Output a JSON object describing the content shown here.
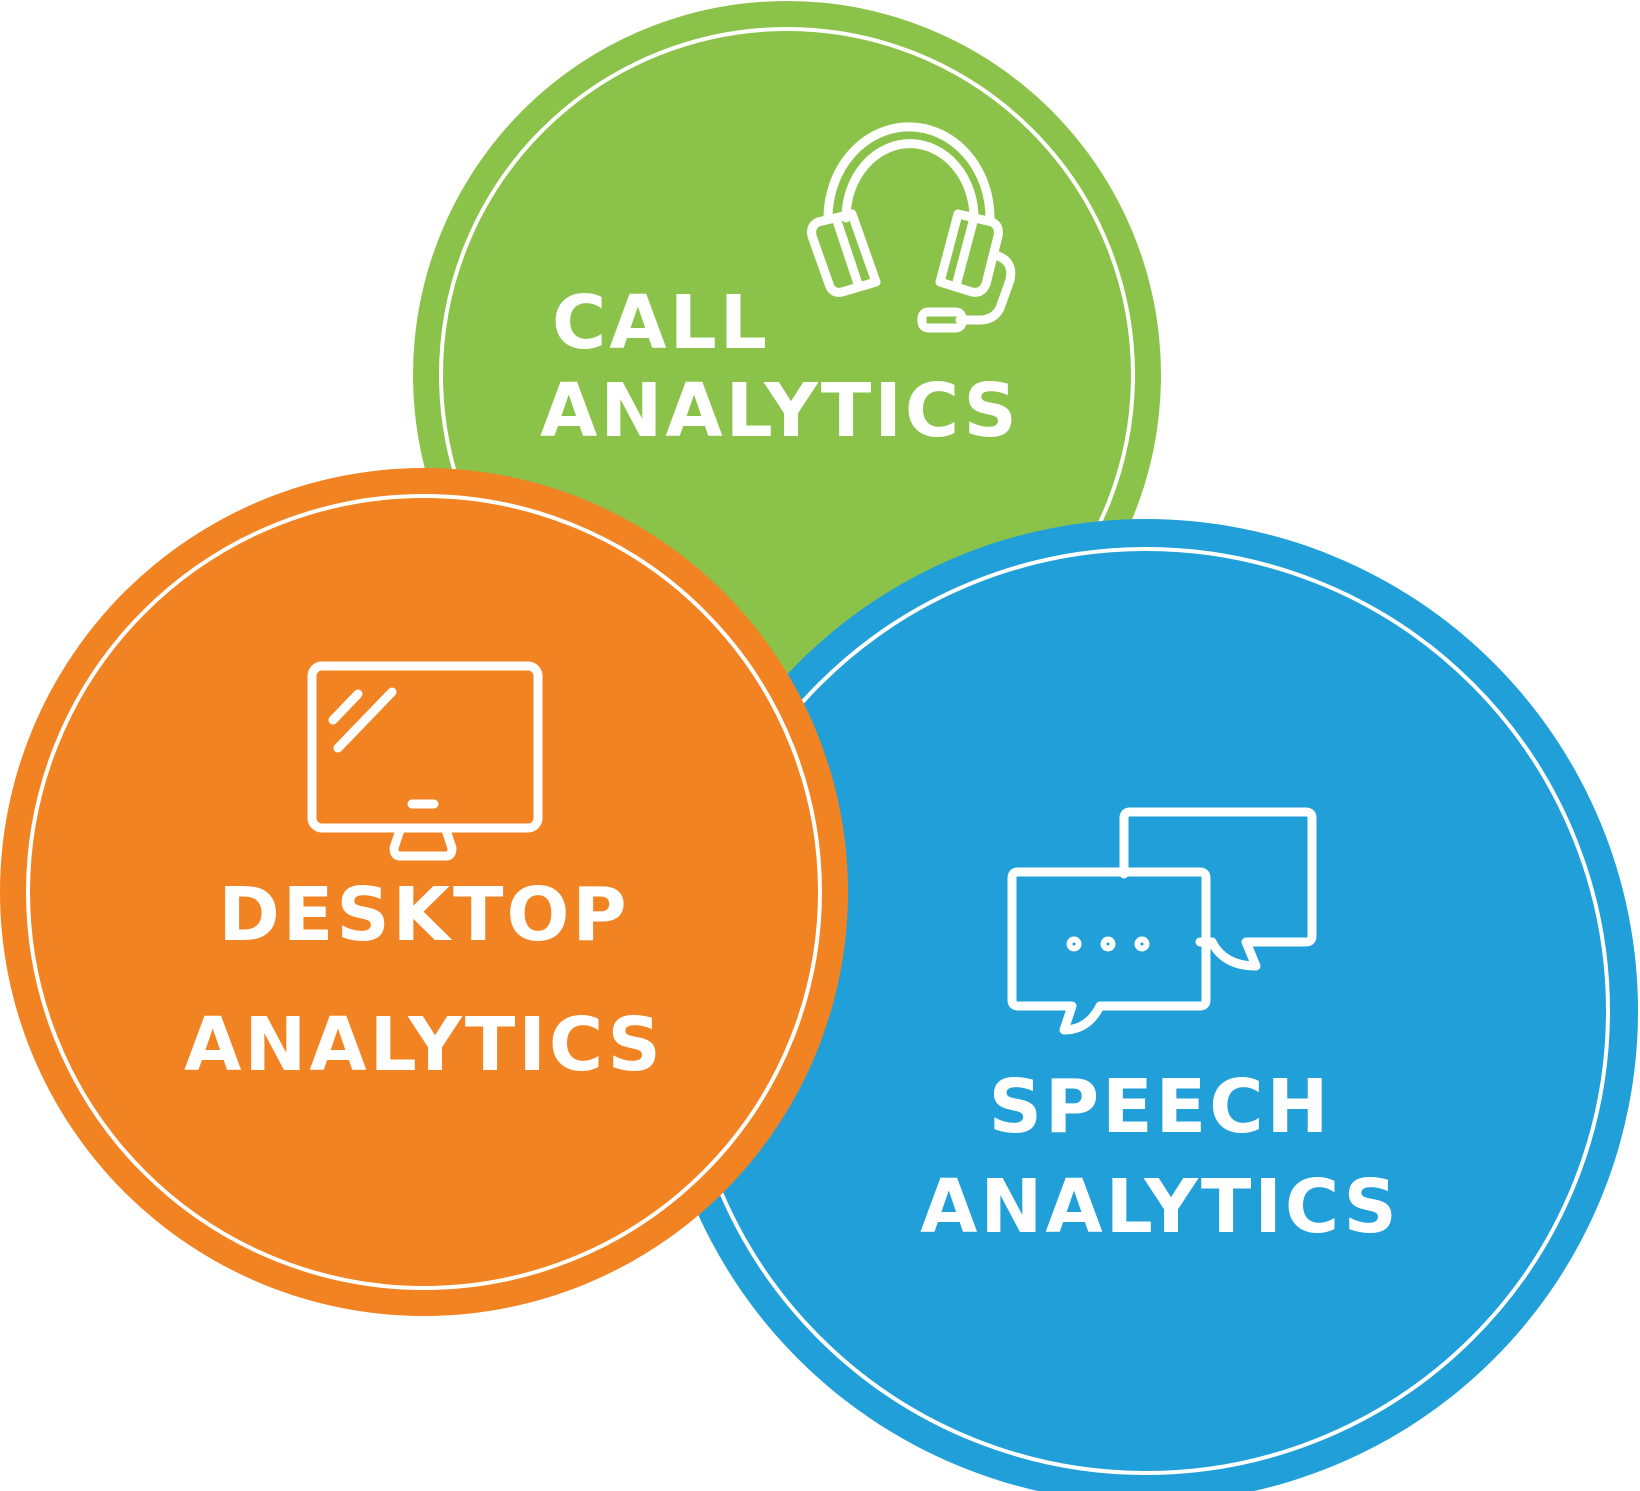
{
  "colors": {
    "call": "#8bc34a",
    "desktop": "#f28322",
    "speech": "#209fd8",
    "ring": "#ffffff",
    "background": "#ffffff"
  },
  "call": {
    "line1": "CALL",
    "line2": "ANALYTICS",
    "icon": "headset-icon"
  },
  "desktop": {
    "line1": "DESKTOP",
    "line2": "ANALYTICS",
    "icon": "monitor-icon"
  },
  "speech": {
    "line1": "SPEECH",
    "line2": "ANALYTICS",
    "icon": "chat-bubbles-icon"
  }
}
